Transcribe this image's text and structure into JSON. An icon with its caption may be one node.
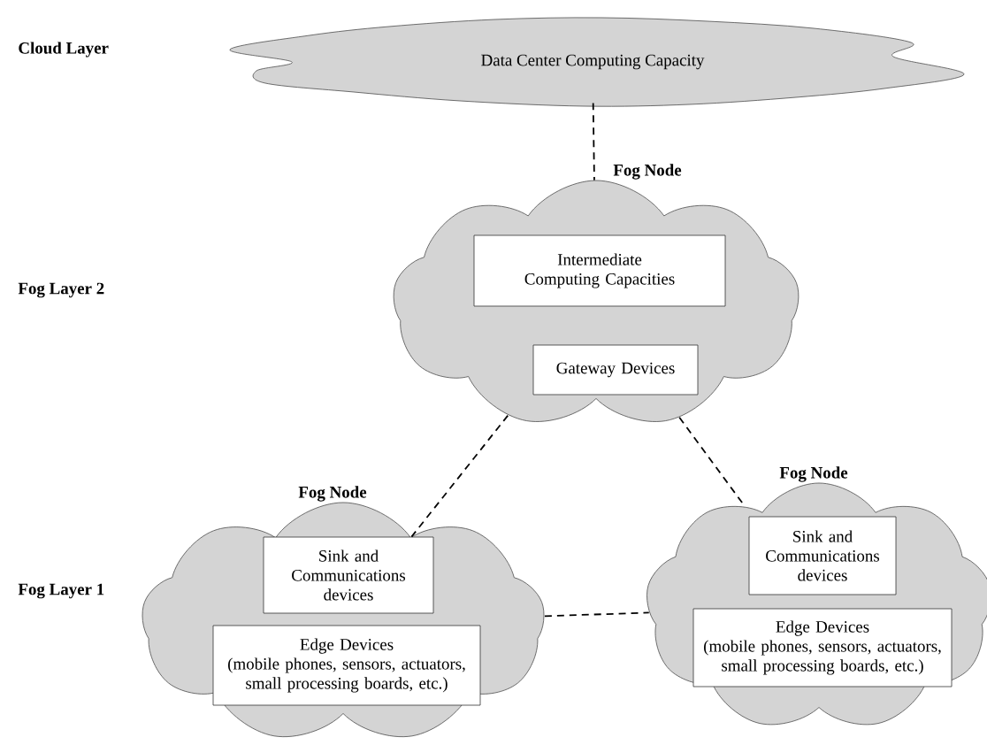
{
  "diagram": {
    "nodes": [
      {
        "text": [
          "Data Center Computing Capacity"
        ]
      },
      {
        "text": [],
        "shape": "cloud",
        "beside": [
          "Fog Node"
        ]
      },
      {
        "text": [
          "Intermediate Computing Capacities"
        ],
        "in": 1
      },
      {
        "text": [
          "Gateway Devices"
        ],
        "in": 1
      },
      {
        "text": [],
        "shape": "cloud",
        "beside": [
          "Fog Node"
        ]
      },
      {
        "text": [
          "Sink and Communications devices"
        ],
        "in": 4
      },
      {
        "text": [
          "Edge Devices",
          "(mobile phones, sensors, actuators, small processing boards, etc.)"
        ],
        "in": 4
      },
      {
        "text": [],
        "shape": "cloud",
        "beside": [
          "Fog Node"
        ]
      },
      {
        "text": [
          "Sink and Communications devices"
        ],
        "in": 7
      },
      {
        "text": [
          "Edge Devices",
          "(mobile phones, sensors, actuators, small processing boards, etc.)"
        ],
        "in": 7
      }
    ],
    "edges": [
      {
        "from": 0,
        "to": 1,
        "arrow": "none",
        "style": "dashed"
      },
      {
        "from": 1,
        "to": 4,
        "arrow": "none",
        "style": "dashed"
      },
      {
        "from": 1,
        "to": 7,
        "arrow": "none",
        "style": "dashed"
      },
      {
        "from": 4,
        "to": 7,
        "arrow": "none",
        "style": "dashed"
      }
    ],
    "labels": [
      "Cloud Layer",
      "Fog Layer 2",
      "Fog Layer 1"
    ]
  }
}
